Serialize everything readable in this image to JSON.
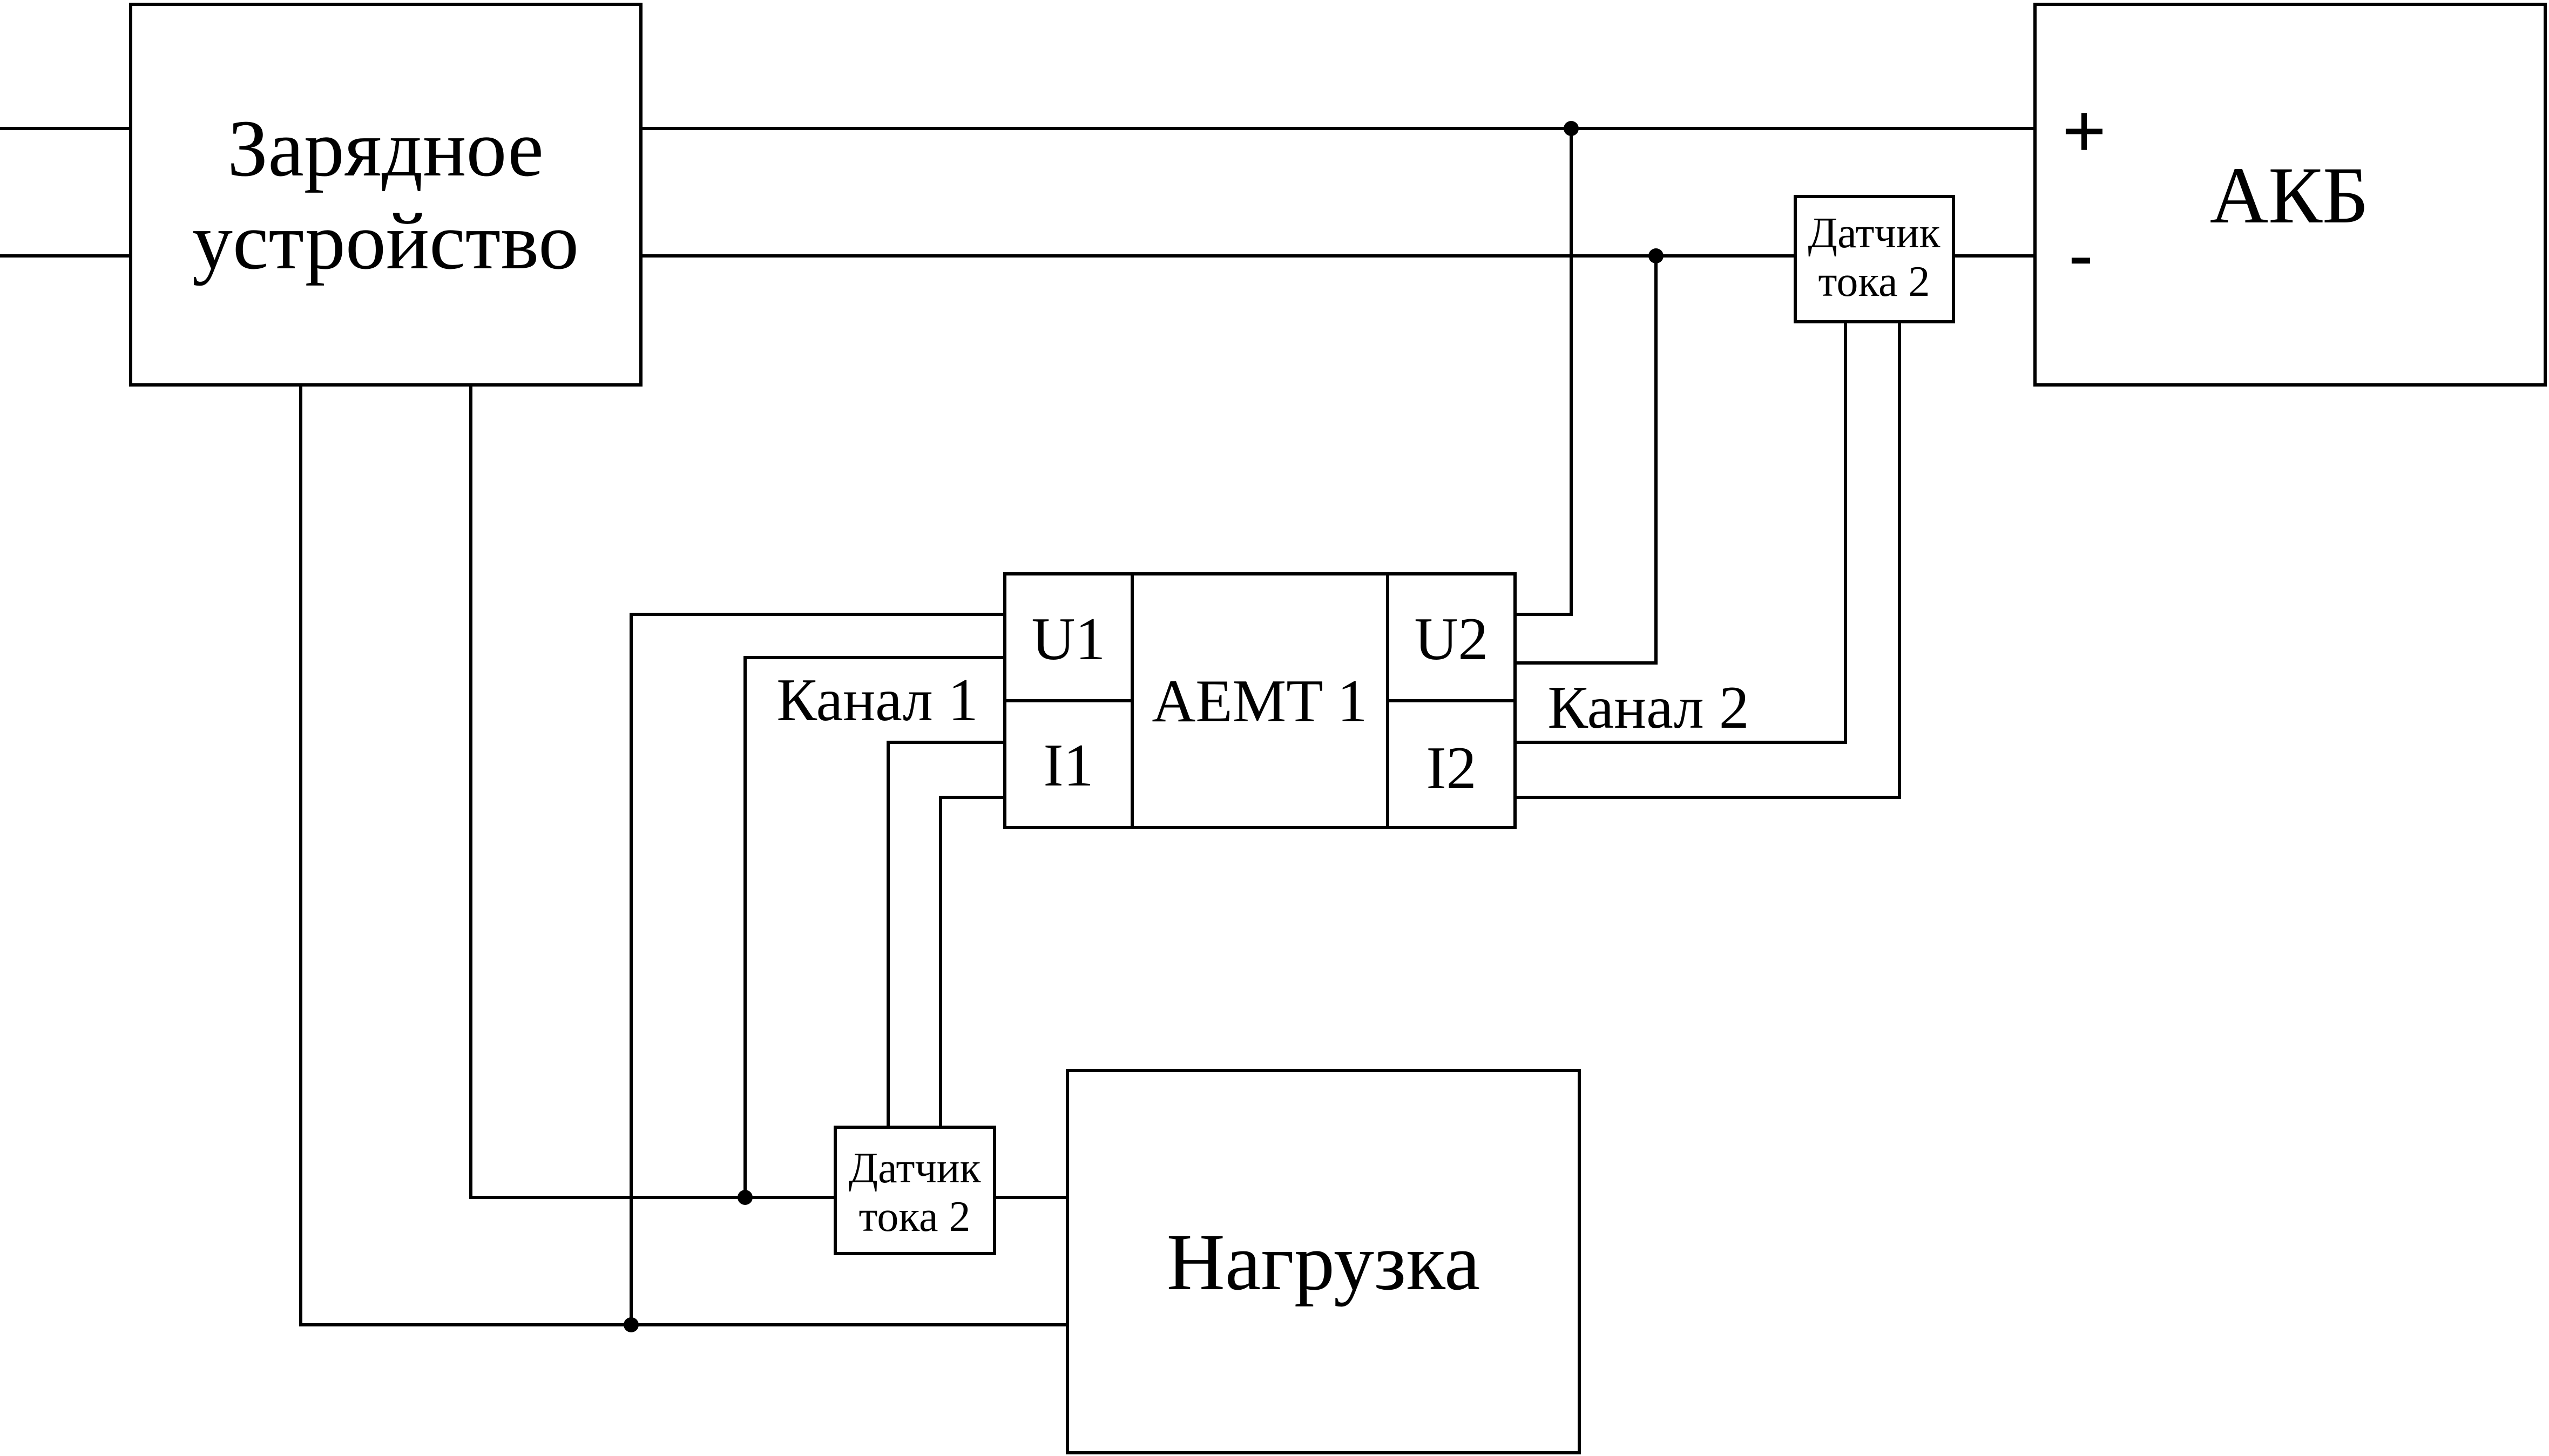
{
  "blocks": {
    "charger": {
      "line1": "Зарядное",
      "line2": "устройство"
    },
    "battery": {
      "label": "АКБ",
      "plus": "+",
      "minus": "-"
    },
    "load": {
      "label": "Нагрузка"
    },
    "meter": {
      "label": "AEMT 1",
      "u1": "U1",
      "i1": "I1",
      "u2": "U2",
      "i2": "I2"
    },
    "sensor_battery": {
      "line1": "Датчик",
      "line2": "тока 2"
    },
    "sensor_load": {
      "line1": "Датчик",
      "line2": "тока 2"
    }
  },
  "labels": {
    "channel1": "Канал 1",
    "channel2": "Канал 2"
  },
  "colors": {
    "stroke": "#000000",
    "background": "#ffffff"
  }
}
